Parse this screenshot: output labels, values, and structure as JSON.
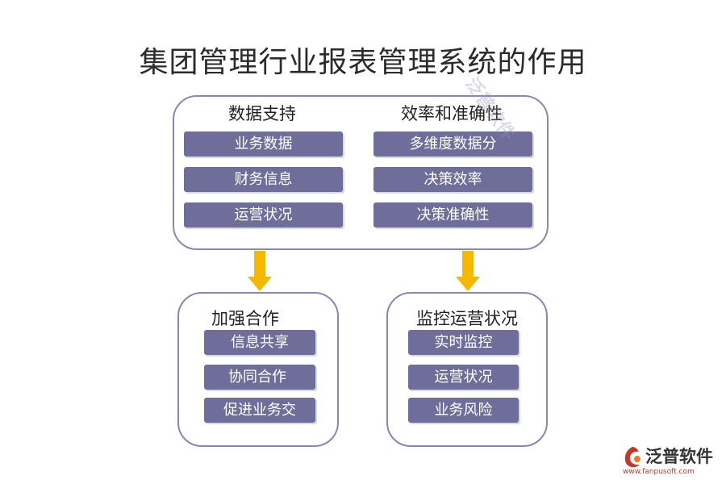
{
  "title": "集团管理行业报表管理系统的作用",
  "top_panel": {
    "left": {
      "heading": "数据支持",
      "items": [
        "业务数据",
        "财务信息",
        "运营状况"
      ]
    },
    "right": {
      "heading": "效率和准确性",
      "items": [
        "多维度数据分",
        "决策效率",
        "决策准确性"
      ]
    }
  },
  "bottom_left": {
    "heading": "加强合作",
    "items": [
      "信息共享",
      "协同合作",
      "促进业务交"
    ]
  },
  "bottom_right": {
    "heading": "监控运营状况",
    "items": [
      "实时监控",
      "运营状况",
      "业务风险"
    ]
  },
  "colors": {
    "chip": "#6f6e9a",
    "panel_border": "#8b86b0",
    "arrow": "#f5b800"
  },
  "watermark": "泛普软件",
  "logo": {
    "name": "泛普软件",
    "url": "www.fanpusoft.com"
  }
}
